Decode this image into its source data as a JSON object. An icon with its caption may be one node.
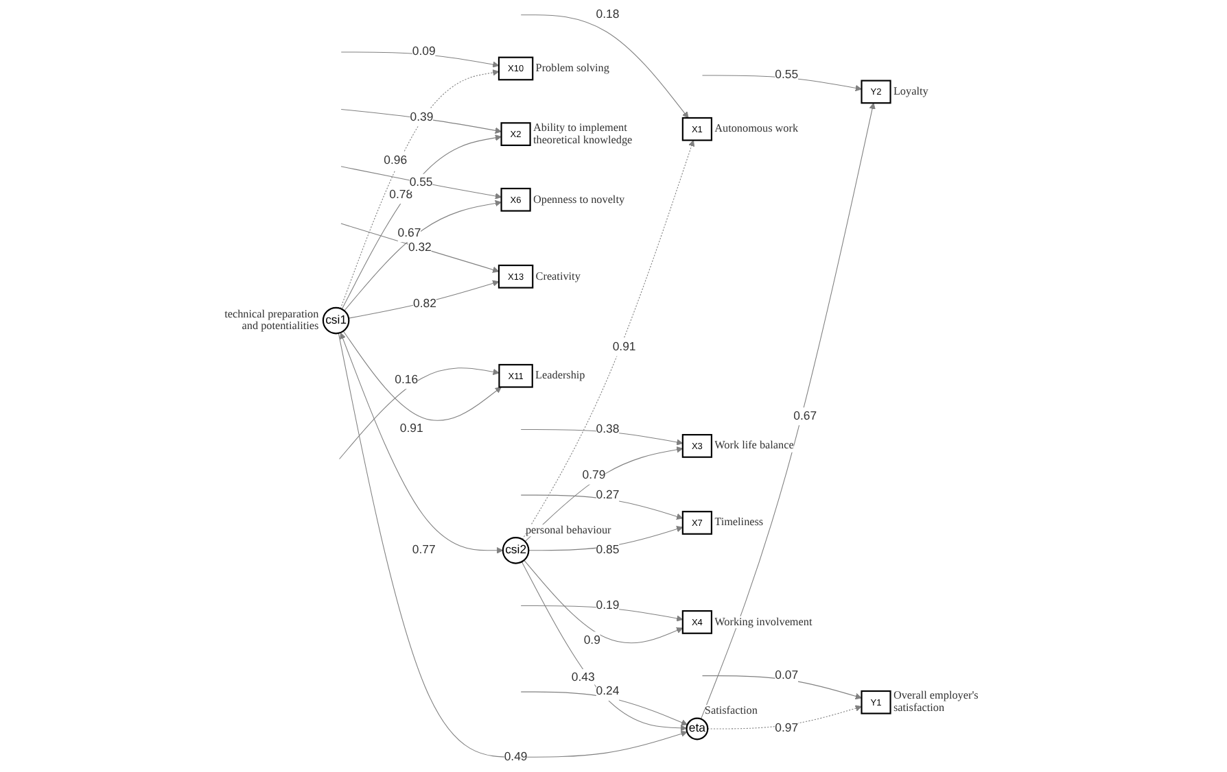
{
  "diagram": {
    "nodes": [
      {
        "text": [
          "eta"
        ],
        "beside": [
          "Satisfaction"
        ]
      },
      {
        "text": [
          "csi1"
        ],
        "beside": [
          "technical preparation and potentialities"
        ]
      },
      {
        "text": [
          "csi2"
        ],
        "beside": [
          "personal behaviour"
        ]
      },
      {
        "text": [
          "Y2"
        ],
        "beside": [
          "Loyalty"
        ]
      },
      {
        "text": [
          "Y1"
        ],
        "beside": [
          "Overall employer's satisfaction"
        ]
      },
      {
        "text": [
          "X10"
        ],
        "beside": [
          "Problem solving"
        ]
      },
      {
        "text": [
          "X2"
        ],
        "beside": [
          "Ability to implement theoretical knowledge"
        ]
      },
      {
        "text": [
          "X6"
        ],
        "beside": [
          "Openness to novelty"
        ]
      },
      {
        "text": [
          "X13"
        ],
        "beside": [
          "Creativity"
        ]
      },
      {
        "text": [
          "X11"
        ],
        "beside": [
          "Leadership"
        ]
      },
      {
        "text": [
          "X1"
        ],
        "beside": [
          "Autonomous work"
        ]
      },
      {
        "text": [
          "X3"
        ],
        "beside": [
          "Work life balance"
        ]
      },
      {
        "text": [
          "X7"
        ],
        "beside": [
          "Timeliness"
        ]
      },
      {
        "text": [
          "X4"
        ],
        "beside": [
          "Working involvement"
        ]
      }
    ],
    "edges": [
      {
        "from": 0,
        "to": 3,
        "arrow": "to",
        "label": "0.67"
      },
      {
        "from": 0,
        "to": 4,
        "arrow": "to",
        "label": "0.97",
        "style": "dashed"
      },
      {
        "from": 1,
        "to": 0,
        "arrow": "to",
        "label": "0.49"
      },
      {
        "from": 2,
        "to": 0,
        "arrow": "to",
        "label": "0.43"
      },
      {
        "from": 1,
        "to": 2,
        "arrow": "both",
        "label": "0.77"
      },
      {
        "from": 1,
        "to": 5,
        "arrow": "to",
        "label": "0.96",
        "style": "dashed"
      },
      {
        "from": 1,
        "to": 6,
        "arrow": "to",
        "label": "0.78"
      },
      {
        "from": 1,
        "to": 7,
        "arrow": "to",
        "label": "0.67"
      },
      {
        "from": 1,
        "to": 8,
        "arrow": "to",
        "label": "0.82"
      },
      {
        "from": 1,
        "to": 9,
        "arrow": "to",
        "label": "0.91"
      },
      {
        "from": 2,
        "to": 13,
        "arrow": "to",
        "label": "0.9"
      },
      {
        "from": 2,
        "to": 12,
        "arrow": "to",
        "label": "0.85"
      },
      {
        "from": 2,
        "to": 11,
        "arrow": "to",
        "label": "0.79"
      },
      {
        "from": 2,
        "to": 10,
        "arrow": "to",
        "label": "0.91",
        "style": "dashed"
      },
      {
        "from": null,
        "to": 0,
        "arrow": "to",
        "label": "0.24"
      },
      {
        "from": null,
        "to": 3,
        "arrow": "to",
        "label": "0.55"
      },
      {
        "from": null,
        "to": 4,
        "arrow": "to",
        "label": "0.07"
      },
      {
        "from": null,
        "to": 5,
        "arrow": "to",
        "label": "0.09"
      },
      {
        "from": null,
        "to": 6,
        "arrow": "to",
        "label": "0.39"
      },
      {
        "from": null,
        "to": 7,
        "arrow": "to",
        "label": "0.55"
      },
      {
        "from": null,
        "to": 8,
        "arrow": "to",
        "label": "0.32"
      },
      {
        "from": null,
        "to": 9,
        "arrow": "to",
        "label": "0.16"
      },
      {
        "from": null,
        "to": 10,
        "arrow": "to",
        "label": "0.18"
      },
      {
        "from": null,
        "to": 11,
        "arrow": "to",
        "label": "0.38"
      },
      {
        "from": null,
        "to": 12,
        "arrow": "to",
        "label": "0.27"
      },
      {
        "from": null,
        "to": 13,
        "arrow": "to",
        "label": "0.19"
      }
    ]
  }
}
